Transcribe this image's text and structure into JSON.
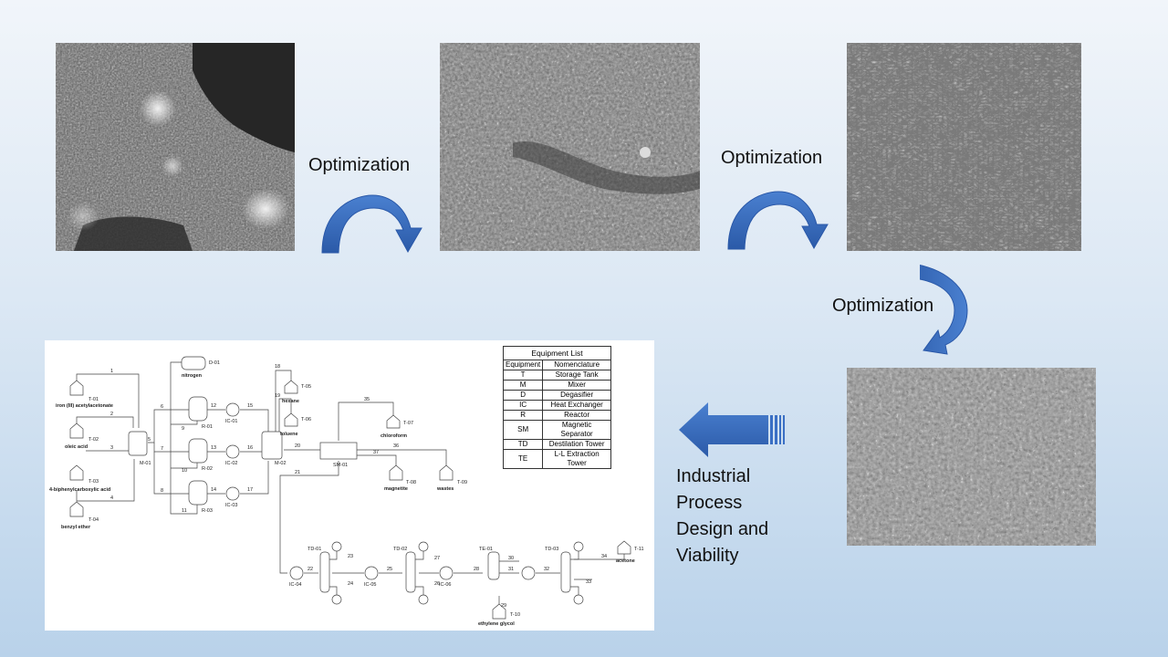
{
  "diagram": {
    "optimization_labels": [
      "Optimization",
      "Optimization",
      "Optimization"
    ],
    "industrial_lines": [
      "Industrial",
      "Process",
      "Design and",
      "Viability"
    ]
  },
  "colors": {
    "arrow_blue": "#3a6fc4",
    "arrow_dark": "#2a58a8",
    "background_top": "#f1f5fa",
    "background_bottom": "#b9d2ea"
  },
  "icons": [
    "curved-arrow-icon",
    "left-arrow-icon"
  ],
  "flowsheet": {
    "equipment_list": {
      "title": "Equipment List",
      "headers": [
        "Equipment",
        "Nomenclature"
      ],
      "rows": [
        {
          "code": "T",
          "name": "Storage Tank"
        },
        {
          "code": "M",
          "name": "Mixer"
        },
        {
          "code": "D",
          "name": "Degasifier"
        },
        {
          "code": "IC",
          "name": "Heat Exchanger"
        },
        {
          "code": "R",
          "name": "Reactor"
        },
        {
          "code": "SM",
          "name": "Magnetic Separator"
        },
        {
          "code": "TD",
          "name": "Destilation Tower"
        },
        {
          "code": "TE",
          "name": "L-L Extraction Tower"
        }
      ]
    },
    "feeds": [
      {
        "name": "iron (III) acetylacetonate",
        "tag": "T-01"
      },
      {
        "name": "oleic acid",
        "tag": "T-02"
      },
      {
        "name": "4-biphenylcarboxylic acid",
        "tag": "T-03"
      },
      {
        "name": "benzyl ether",
        "tag": "T-04"
      }
    ],
    "products": [
      {
        "name": "nitrogen",
        "tag": "D-01"
      },
      {
        "name": "hexane",
        "tag": "T-05"
      },
      {
        "name": "toluene",
        "tag": "T-06"
      },
      {
        "name": "chloroform",
        "tag": "T-07"
      },
      {
        "name": "magnetite",
        "tag": "T-08"
      },
      {
        "name": "wastes",
        "tag": "T-09"
      },
      {
        "name": "ethylene glycol",
        "tag": "T-10"
      },
      {
        "name": "acetone",
        "tag": "T-11"
      }
    ],
    "units": {
      "mixer1": "M-01",
      "mixer2": "M-02",
      "r1": "R-01",
      "r2": "R-02",
      "r3": "R-03",
      "ic1": "IC-01",
      "ic2": "IC-02",
      "ic3": "IC-03",
      "ic4": "IC-04",
      "ic5": "IC-05",
      "ic6": "IC-06",
      "sm": "SM-01",
      "td1": "TD-01",
      "td2": "TD-02",
      "td3": "TD-03",
      "te": "TE-01"
    },
    "streams": [
      "1",
      "2",
      "3",
      "4",
      "5",
      "6",
      "7",
      "8",
      "9",
      "10",
      "11",
      "12",
      "13",
      "14",
      "15",
      "16",
      "17",
      "18",
      "19",
      "20",
      "21",
      "22",
      "23",
      "24",
      "25",
      "26",
      "27",
      "28",
      "29",
      "30",
      "31",
      "32",
      "33",
      "34",
      "35",
      "36",
      "37"
    ]
  }
}
